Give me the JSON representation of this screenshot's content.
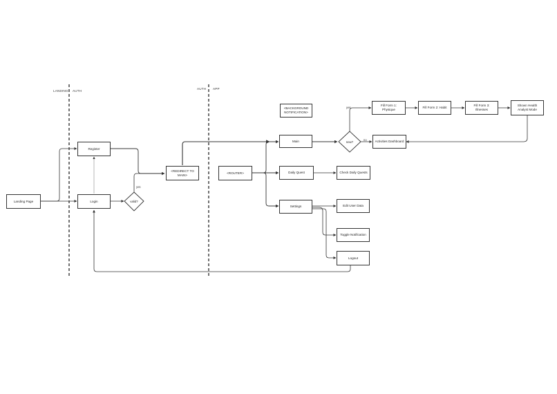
{
  "lanes": {
    "landing": "LANDING",
    "auth": "AUTH",
    "auth2": "AUTH",
    "app": "APP"
  },
  "nodes": {
    "landing_page": "Landing Page",
    "register": "Register",
    "login": "Login",
    "valid": "valid?",
    "redirect": "<REDIRECT TO MAIN>",
    "router": "<ROUTER>",
    "background": "<BACKGROUND NOTIFICATION>",
    "main": "Main",
    "daily_quest": "Daily Quest",
    "settings": "Settings",
    "new": "new?",
    "activities_dashboard": "Activities Dashboard",
    "fill_form_1": "Fill Form 1: Physique",
    "fill_form_2": "Fill Form 2: Habit",
    "fill_form_3": "Fill Form 3: Illnesses",
    "health_analysis": "Shown Health Analyst Mode",
    "check_daily_quests": "Check Daily Quests",
    "edit_user_data": "Edit User Data",
    "toggle_notification": "Toggle Notification",
    "logout": "Logout"
  },
  "edge_labels": {
    "valid_yes": "yes",
    "new_yes": "yes",
    "new_no": "no"
  },
  "colors": {
    "line": "#333333",
    "lane_divider": "#222222"
  }
}
